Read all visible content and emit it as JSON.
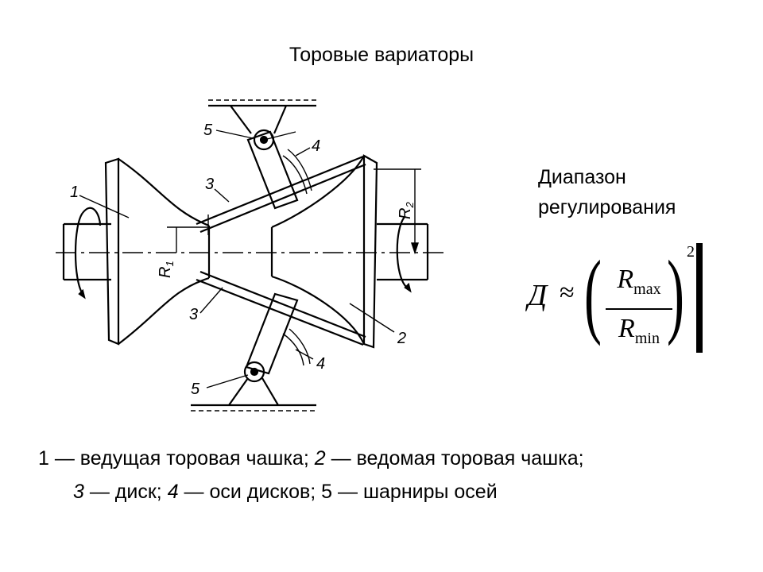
{
  "title": "Торовые вариаторы",
  "diagram": {
    "labels": {
      "l1": "1",
      "l2": "2",
      "l3_top": "3",
      "l3_bottom": "3",
      "l4_top": "4",
      "l4_bottom": "4",
      "l5_top": "5",
      "l5_bottom": "5",
      "r1": "R",
      "r1_sub": "1",
      "r2": "R",
      "r2_sub": "2"
    }
  },
  "range": {
    "line1": "Диапазон",
    "line2": "регулирования"
  },
  "formula": {
    "symbol": "Д",
    "approx": "≈",
    "num_base": "R",
    "num_sub": "max",
    "den_base": "R",
    "den_sub": "min",
    "power": "2"
  },
  "legend": {
    "n1": "1",
    "t1": " — ведущая торовая чашка; ",
    "n2": "2",
    "t2": " — ведомая торовая чашка;",
    "n3": "3",
    "t3": " — диск; ",
    "n4": "4",
    "t4": " — оси дисков; ",
    "n5": "5",
    "t5": " — шарниры осей"
  }
}
